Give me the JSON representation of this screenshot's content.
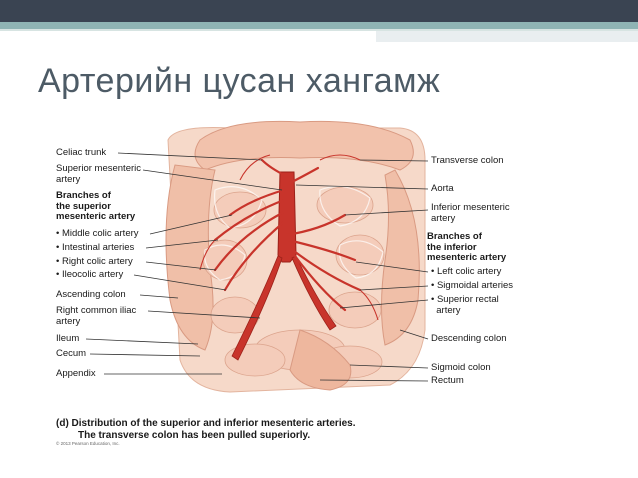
{
  "slide": {
    "title": "Артерийн цусан хангамж"
  },
  "figure": {
    "left_labels": [
      {
        "key": "celiac",
        "lines": [
          "Celiac trunk"
        ],
        "bold": false
      },
      {
        "key": "sma",
        "lines": [
          "Superior mesenteric",
          "artery"
        ],
        "bold": false
      },
      {
        "key": "sma_branches",
        "lines": [
          "Branches of",
          "the superior",
          "mesenteric artery"
        ],
        "bold": true
      },
      {
        "key": "middle_colic",
        "lines": [
          "• Middle colic artery"
        ],
        "bold": false
      },
      {
        "key": "intestinal",
        "lines": [
          "• Intestinal arteries"
        ],
        "bold": false
      },
      {
        "key": "right_colic",
        "lines": [
          "• Right colic artery"
        ],
        "bold": false
      },
      {
        "key": "ileocolic",
        "lines": [
          "• Ileocolic artery"
        ],
        "bold": false
      },
      {
        "key": "ascending",
        "lines": [
          "Ascending colon"
        ],
        "bold": false
      },
      {
        "key": "right_iliac",
        "lines": [
          "Right common iliac",
          "artery"
        ],
        "bold": false
      },
      {
        "key": "ileum",
        "lines": [
          "Ileum"
        ],
        "bold": false
      },
      {
        "key": "cecum",
        "lines": [
          "Cecum"
        ],
        "bold": false
      },
      {
        "key": "appendix",
        "lines": [
          "Appendix"
        ],
        "bold": false
      }
    ],
    "right_labels": [
      {
        "key": "transverse",
        "lines": [
          "Transverse colon"
        ],
        "bold": false
      },
      {
        "key": "aorta",
        "lines": [
          "Aorta"
        ],
        "bold": false
      },
      {
        "key": "ima",
        "lines": [
          "Inferior mesenteric",
          "artery"
        ],
        "bold": false
      },
      {
        "key": "ima_branches",
        "lines": [
          "Branches of",
          "the inferior",
          "mesenteric artery"
        ],
        "bold": true
      },
      {
        "key": "left_colic",
        "lines": [
          "• Left colic artery"
        ],
        "bold": false
      },
      {
        "key": "sigmoidal",
        "lines": [
          "• Sigmoidal arteries"
        ],
        "bold": false
      },
      {
        "key": "sup_rectal",
        "lines": [
          "• Superior rectal",
          "  artery"
        ],
        "bold": false
      },
      {
        "key": "descending",
        "lines": [
          "Descending colon"
        ],
        "bold": false
      },
      {
        "key": "sigmoid",
        "lines": [
          "Sigmoid colon"
        ],
        "bold": false
      },
      {
        "key": "rectum",
        "lines": [
          "Rectum"
        ],
        "bold": false
      }
    ],
    "caption_line1": "(d)  Distribution of the superior and inferior mesenteric arteries.",
    "caption_line2": "The transverse colon has been pulled superiorly.",
    "copyright": "© 2013 Pearson Education, Inc.",
    "colors": {
      "tissue": "#f3c9b6",
      "tissue_dark": "#e2a58e",
      "artery": "#c8342b",
      "artery_dark": "#9c2119",
      "leader": "#333333"
    }
  }
}
